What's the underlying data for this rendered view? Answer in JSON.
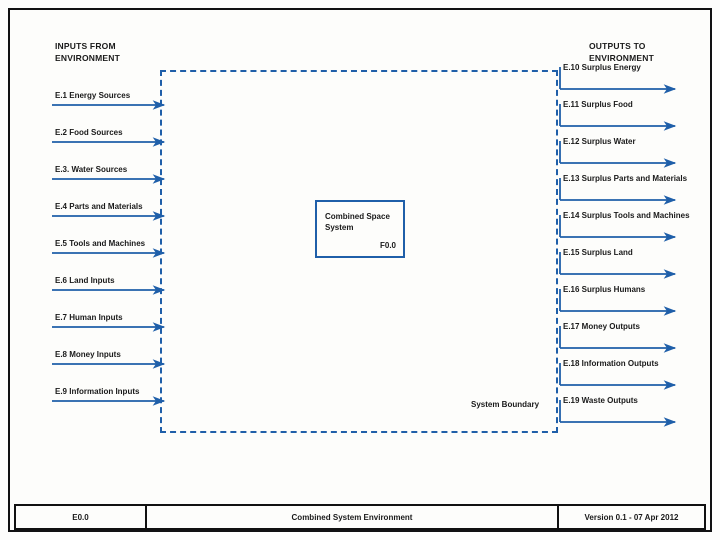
{
  "diagram": {
    "title": "Combined System Environment",
    "accent_color": "#1F5FA9",
    "frame_color": "#111111",
    "headings": {
      "inputs": "INPUTS FROM\nENVIRONMENT",
      "outputs": "OUTPUTS TO\nENVIRONMENT"
    },
    "boundary_label": "System Boundary",
    "system_box": {
      "title": "Combined Space System",
      "id": "F0.0"
    },
    "inputs": [
      {
        "label": "E.1 Energy Sources"
      },
      {
        "label": "E.2 Food Sources"
      },
      {
        "label": "E.3. Water Sources"
      },
      {
        "label": "E.4 Parts and Materials"
      },
      {
        "label": "E.5 Tools and Machines"
      },
      {
        "label": "E.6 Land Inputs"
      },
      {
        "label": "E.7 Human Inputs"
      },
      {
        "label": "E.8 Money Inputs"
      },
      {
        "label": "E.9 Information Inputs"
      }
    ],
    "outputs": [
      {
        "label": "E.10 Surplus Energy"
      },
      {
        "label": "E.11 Surplus Food"
      },
      {
        "label": "E.12 Surplus Water"
      },
      {
        "label": "E.13 Surplus Parts and Materials"
      },
      {
        "label": "E.14 Surplus Tools and Machines"
      },
      {
        "label": "E.15 Surplus Land"
      },
      {
        "label": "E.16 Surplus Humans"
      },
      {
        "label": "E.17 Money Outputs"
      },
      {
        "label": "E.18 Information Outputs"
      },
      {
        "label": "E.19 Waste Outputs"
      }
    ],
    "footer": {
      "id": "E0.0",
      "title": "Combined System Environment",
      "version": "Version 0.1 - 07 Apr 2012"
    }
  }
}
